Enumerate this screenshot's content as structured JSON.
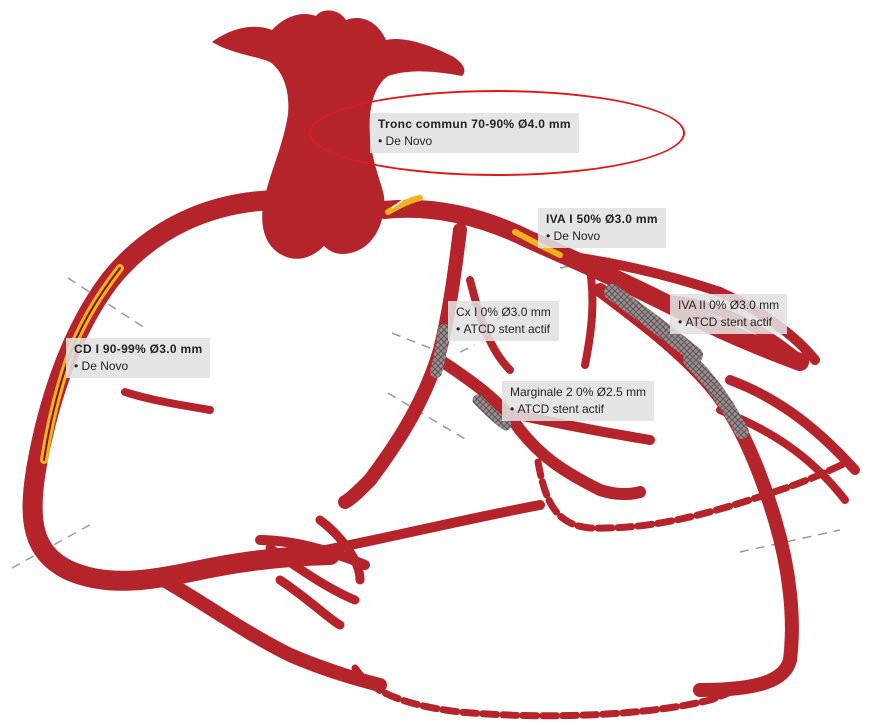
{
  "colors": {
    "artery": "#b5232b",
    "artery_dark": "#7f1519",
    "plaque": "#f2b21c",
    "stent": "#8a8a8a",
    "highlight": "#e01818",
    "label_bg": "#e1e1e1"
  },
  "lesions": [
    {
      "id": "tronc-commun",
      "title": "Tronc commun 70-90% Ø4.0 mm",
      "note": "De Novo",
      "emphasis": "bold",
      "highlighted": true
    },
    {
      "id": "iva-1",
      "title": "IVA I 50% Ø3.0 mm",
      "note": "De Novo",
      "emphasis": "bold"
    },
    {
      "id": "cd-1",
      "title": "CD I 90-99% Ø3.0 mm",
      "note": "De Novo",
      "emphasis": "bold"
    },
    {
      "id": "cx-1",
      "title": "Cx I 0% Ø3.0 mm",
      "note": "ATCD stent actif",
      "emphasis": "light"
    },
    {
      "id": "iva-2",
      "title": "IVA II 0% Ø3.0 mm",
      "note": "ATCD stent actif",
      "emphasis": "light"
    },
    {
      "id": "marginale-2",
      "title": "Marginale 2 0% Ø2.5 mm",
      "note": "ATCD stent actif",
      "emphasis": "light"
    }
  ]
}
